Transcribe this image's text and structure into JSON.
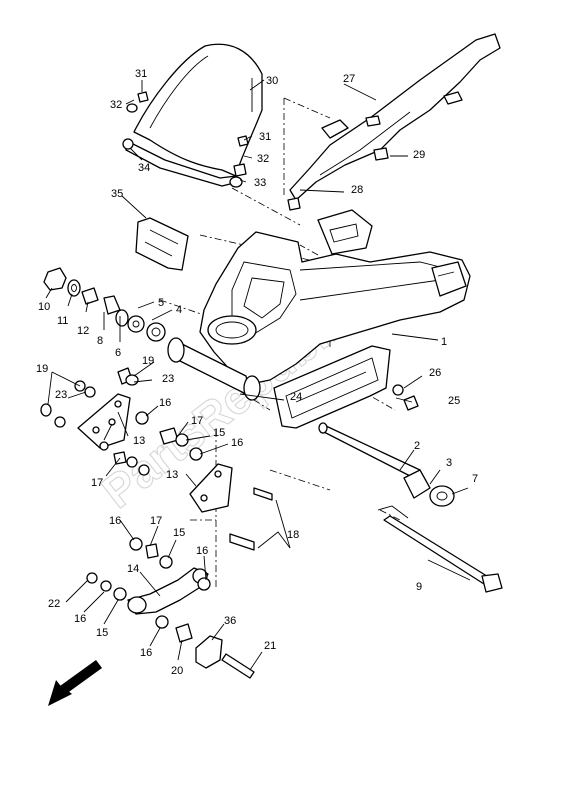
{
  "diagram": {
    "watermark_text": "PartsRepublik",
    "callouts": [
      {
        "id": "c1",
        "text": "1"
      },
      {
        "id": "c2",
        "text": "2"
      },
      {
        "id": "c3",
        "text": "3"
      },
      {
        "id": "c4",
        "text": "4"
      },
      {
        "id": "c5",
        "text": "5"
      },
      {
        "id": "c6",
        "text": "6"
      },
      {
        "id": "c7",
        "text": "7"
      },
      {
        "id": "c8",
        "text": "8"
      },
      {
        "id": "c9",
        "text": "9"
      },
      {
        "id": "c10",
        "text": "10"
      },
      {
        "id": "c11",
        "text": "11"
      },
      {
        "id": "c12",
        "text": "12"
      },
      {
        "id": "c13a",
        "text": "13"
      },
      {
        "id": "c13b",
        "text": "13"
      },
      {
        "id": "c14",
        "text": "14"
      },
      {
        "id": "c15a",
        "text": "15"
      },
      {
        "id": "c15b",
        "text": "15"
      },
      {
        "id": "c15c",
        "text": "15"
      },
      {
        "id": "c16a",
        "text": "16"
      },
      {
        "id": "c16b",
        "text": "16"
      },
      {
        "id": "c16c",
        "text": "16"
      },
      {
        "id": "c16d",
        "text": "16"
      },
      {
        "id": "c16e",
        "text": "16"
      },
      {
        "id": "c16f",
        "text": "16"
      },
      {
        "id": "c17a",
        "text": "17"
      },
      {
        "id": "c17b",
        "text": "17"
      },
      {
        "id": "c17c",
        "text": "17"
      },
      {
        "id": "c18",
        "text": "18"
      },
      {
        "id": "c19a",
        "text": "19"
      },
      {
        "id": "c19b",
        "text": "19"
      },
      {
        "id": "c20",
        "text": "20"
      },
      {
        "id": "c21",
        "text": "21"
      },
      {
        "id": "c22",
        "text": "22"
      },
      {
        "id": "c23a",
        "text": "23"
      },
      {
        "id": "c23b",
        "text": "23"
      },
      {
        "id": "c24",
        "text": "24"
      },
      {
        "id": "c25",
        "text": "25"
      },
      {
        "id": "c26",
        "text": "26"
      },
      {
        "id": "c27",
        "text": "27"
      },
      {
        "id": "c28",
        "text": "28"
      },
      {
        "id": "c29",
        "text": "29"
      },
      {
        "id": "c30",
        "text": "30"
      },
      {
        "id": "c31a",
        "text": "31"
      },
      {
        "id": "c31b",
        "text": "31"
      },
      {
        "id": "c32a",
        "text": "32"
      },
      {
        "id": "c32b",
        "text": "32"
      },
      {
        "id": "c33",
        "text": "33"
      },
      {
        "id": "c34",
        "text": "34"
      },
      {
        "id": "c35",
        "text": "35"
      },
      {
        "id": "c36",
        "text": "36"
      }
    ],
    "front_arrow_icon": "arrow-down-left-icon"
  }
}
